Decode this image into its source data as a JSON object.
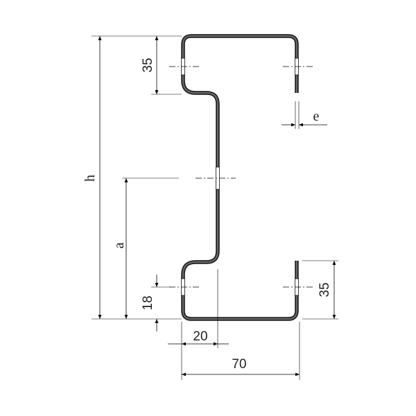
{
  "labels": {
    "h": "h",
    "a": "a",
    "e": "e",
    "top_flange": "35",
    "bottom_flange": "35",
    "bottom_offset": "18",
    "offset_width": "20",
    "total_width": "70"
  }
}
